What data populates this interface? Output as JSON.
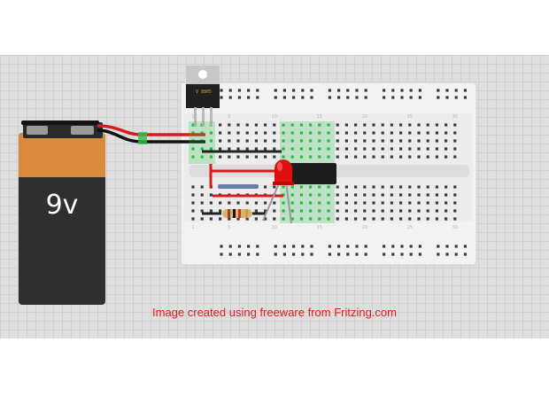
{
  "diagram": {
    "battery": {
      "label": "9v"
    },
    "regulator": {
      "label": "V 8805"
    },
    "breadboard": {
      "column_labels": [
        "1",
        "5",
        "10",
        "15",
        "20",
        "25",
        "30"
      ]
    },
    "caption": "Image created using freeware from Fritzing.com"
  },
  "colors": {
    "background": "#dedede",
    "battery_body": "#2f2f2f",
    "battery_top": "#d98a3b",
    "wire_red": "#d61c1c",
    "wire_black": "#111111",
    "wire_green": "#1fa83a",
    "led": "#e01010",
    "caption": "#e01b1b"
  }
}
